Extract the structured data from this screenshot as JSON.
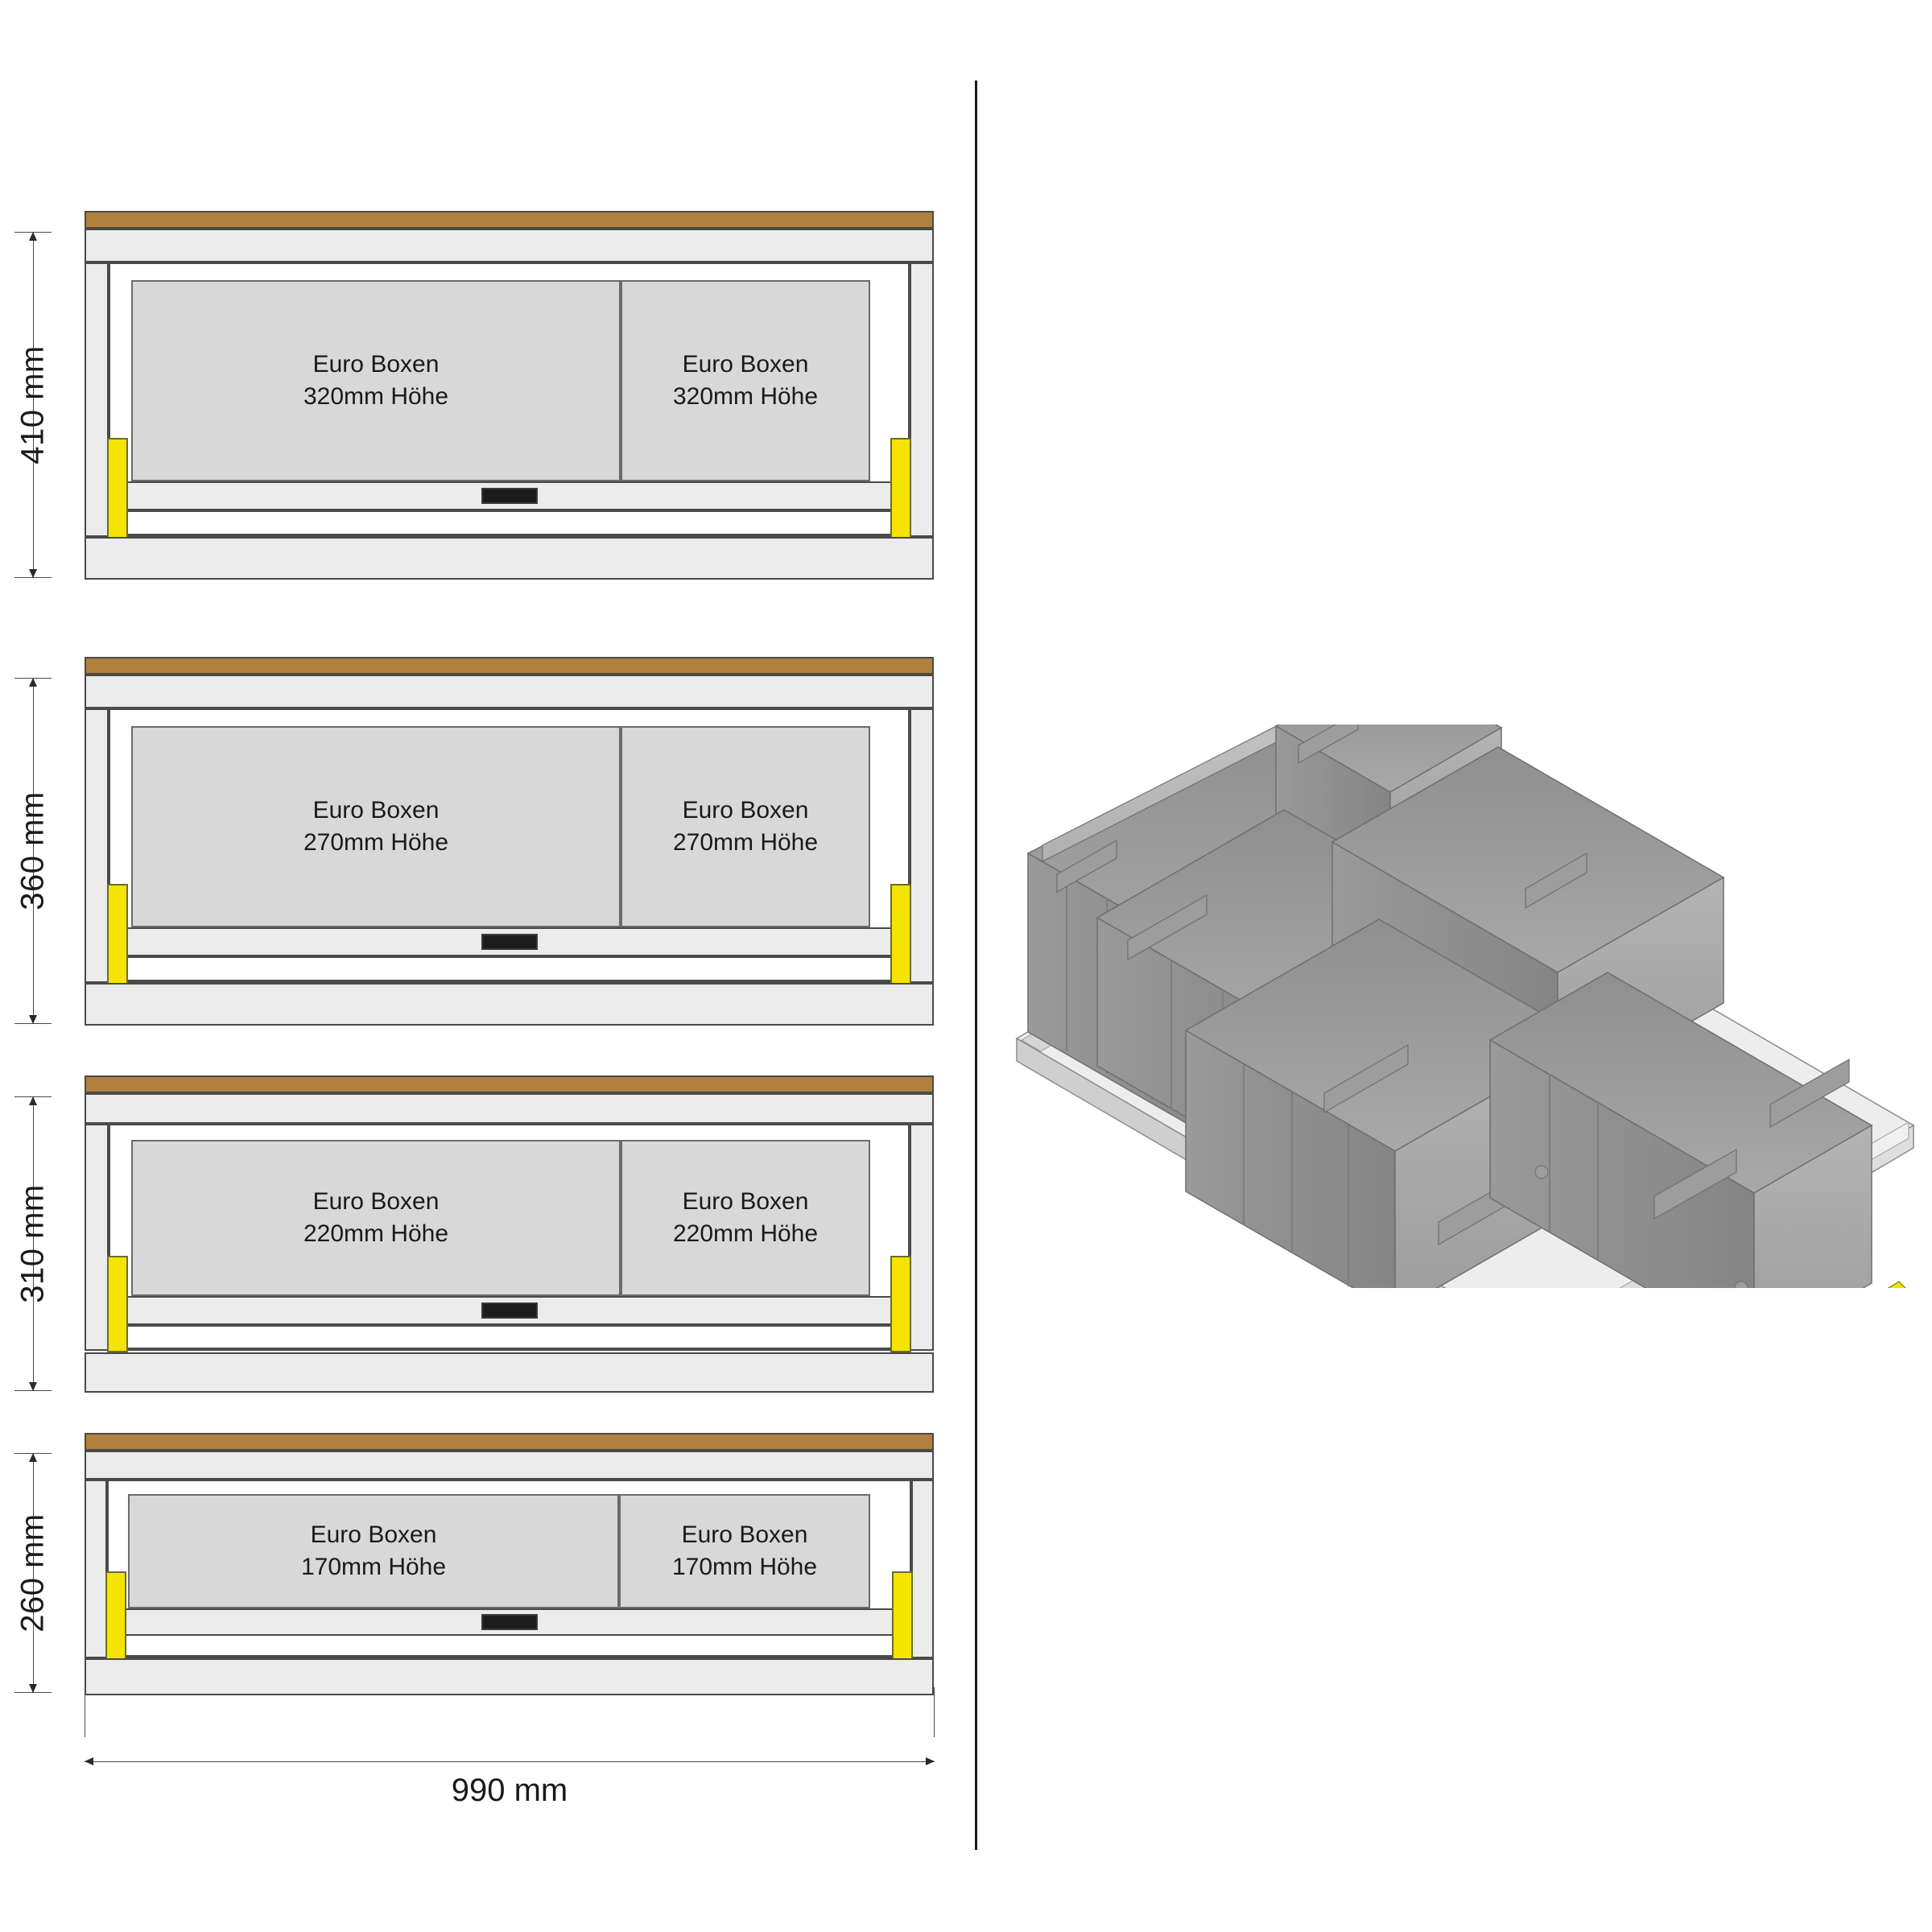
{
  "page": {
    "title": "Auszug mit Euro Boxen - Technische Zeichnung",
    "background_color": "#ffffff",
    "divider_color": "#1a1a1a"
  },
  "colors": {
    "worktop_wood": "#b0803c",
    "frame_light": "#ececec",
    "frame_outline": "#4a4a4a",
    "box_fill": "#d8d8d8",
    "box_outline": "#6b6b6b",
    "clip_yellow": "#f5e400",
    "handle_black": "#1c1c1c",
    "render_body_grey": "#a8a8a8",
    "render_rail_grey": "#e3e3e3"
  },
  "drawings": [
    {
      "id": "drawer-410",
      "height_label": "410 mm",
      "boxes": [
        {
          "name": "Euro Boxen",
          "height": "320mm Höhe"
        },
        {
          "name": "Euro Boxen",
          "height": "320mm Höhe"
        }
      ]
    },
    {
      "id": "drawer-360",
      "height_label": "360 mm",
      "boxes": [
        {
          "name": "Euro Boxen",
          "height": "270mm Höhe"
        },
        {
          "name": "Euro Boxen",
          "height": "270mm Höhe"
        }
      ]
    },
    {
      "id": "drawer-310",
      "height_label": "310 mm",
      "boxes": [
        {
          "name": "Euro Boxen",
          "height": "220mm Höhe"
        },
        {
          "name": "Euro Boxen",
          "height": "220mm Höhe"
        }
      ]
    },
    {
      "id": "drawer-260",
      "height_label": "260 mm",
      "boxes": [
        {
          "name": "Euro Boxen",
          "height": "170mm Höhe"
        },
        {
          "name": "Euro Boxen",
          "height": "170mm Höhe"
        }
      ]
    }
  ],
  "width_dimension": {
    "label": "990 mm"
  },
  "render": {
    "description": "Isometrische 3D-Ansicht eines Vollauszugs mit sechs grauen Euro-Boxen",
    "box_count": 6,
    "pull_handle": "center-pull-handle",
    "lock_clips": "yellow-lock-clip"
  }
}
